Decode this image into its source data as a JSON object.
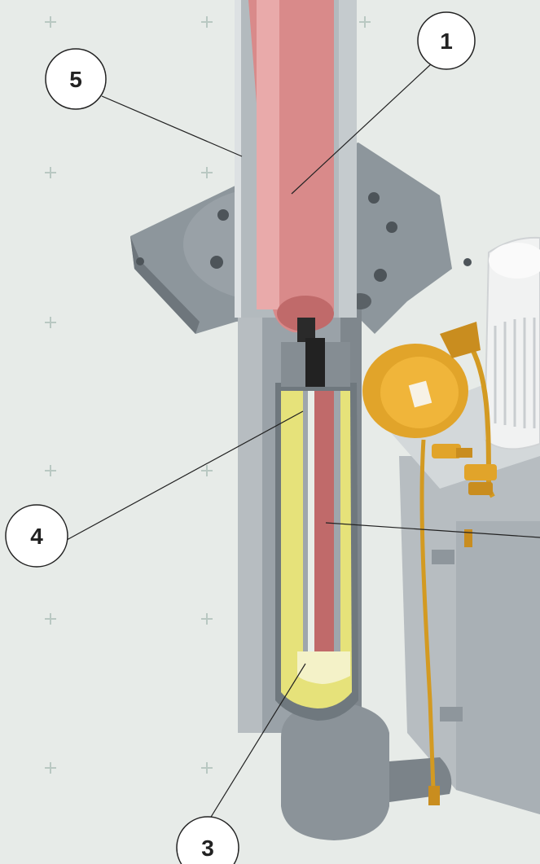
{
  "callouts": [
    {
      "id": "1",
      "label": "1"
    },
    {
      "id": "5",
      "label": "5"
    },
    {
      "id": "4",
      "label": "4"
    },
    {
      "id": "3",
      "label": "3"
    }
  ],
  "colors": {
    "background": "#e7ebe8",
    "steel": "#9ea6ac",
    "steel_dark": "#7d858c",
    "steel_light": "#c4cacd",
    "oil_red": "#d98a8a",
    "oil_red_dark": "#c06a6a",
    "hydraulic_yellow": "#e6e27a",
    "brass": "#e1a42a",
    "motor_white": "#f1f2f2",
    "grid_plus": "#b9c8c2"
  }
}
